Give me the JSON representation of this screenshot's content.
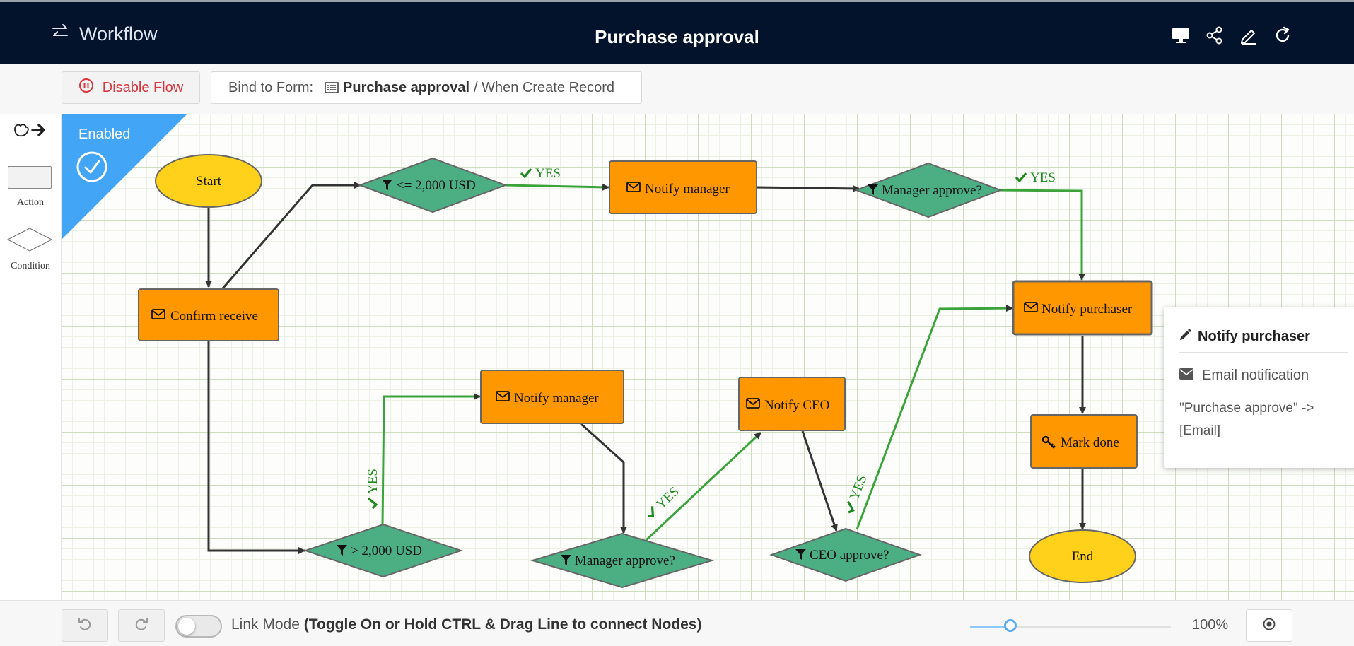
{
  "header": {
    "brand_label": "Workflow",
    "title": "Purchase approval",
    "icons": [
      "swap-icon",
      "monitor-icon",
      "share-icon",
      "edit-icon",
      "refresh-icon"
    ]
  },
  "toolbar": {
    "disable_label": "Disable Flow",
    "bind_prefix": "Bind to Form:",
    "form_name": "Purchase approval",
    "trigger": "/ When Create Record"
  },
  "palette": {
    "action_label": "Action",
    "condition_label": "Condition"
  },
  "status": {
    "label": "Enabled",
    "color": "#3aa0ff"
  },
  "nodes": {
    "start": "Start",
    "confirm": "Confirm receive",
    "cond_le": "<= 2,000 USD",
    "notify_manager_1": "Notify manager",
    "manager_approve_1": "Manager approve?",
    "notify_purchaser": "Notify purchaser",
    "cond_gt": "> 2,000 USD",
    "notify_manager_2": "Notify manager",
    "manager_approve_2": "Manager approve?",
    "notify_ceo": "Notify CEO",
    "ceo_approve": "CEO approve?",
    "mark_done": "Mark done",
    "end": "End"
  },
  "edges": {
    "yes_label": "YES"
  },
  "colors": {
    "action": "#ff9800",
    "condition": "#4caf84",
    "terminal": "#ffd11a",
    "yes_line": "#3aa33a",
    "line": "#333333"
  },
  "popup": {
    "title": "Notify purchaser",
    "type": "Email notification",
    "description": "\"Purchase approve\" -> [Email]"
  },
  "bottom": {
    "linkmode_label": "Link Mode",
    "linkmode_hint": "(Toggle On or Hold CTRL & Drag Line to connect Nodes)",
    "zoom_label": "100%",
    "zoom_value": 0.2
  }
}
